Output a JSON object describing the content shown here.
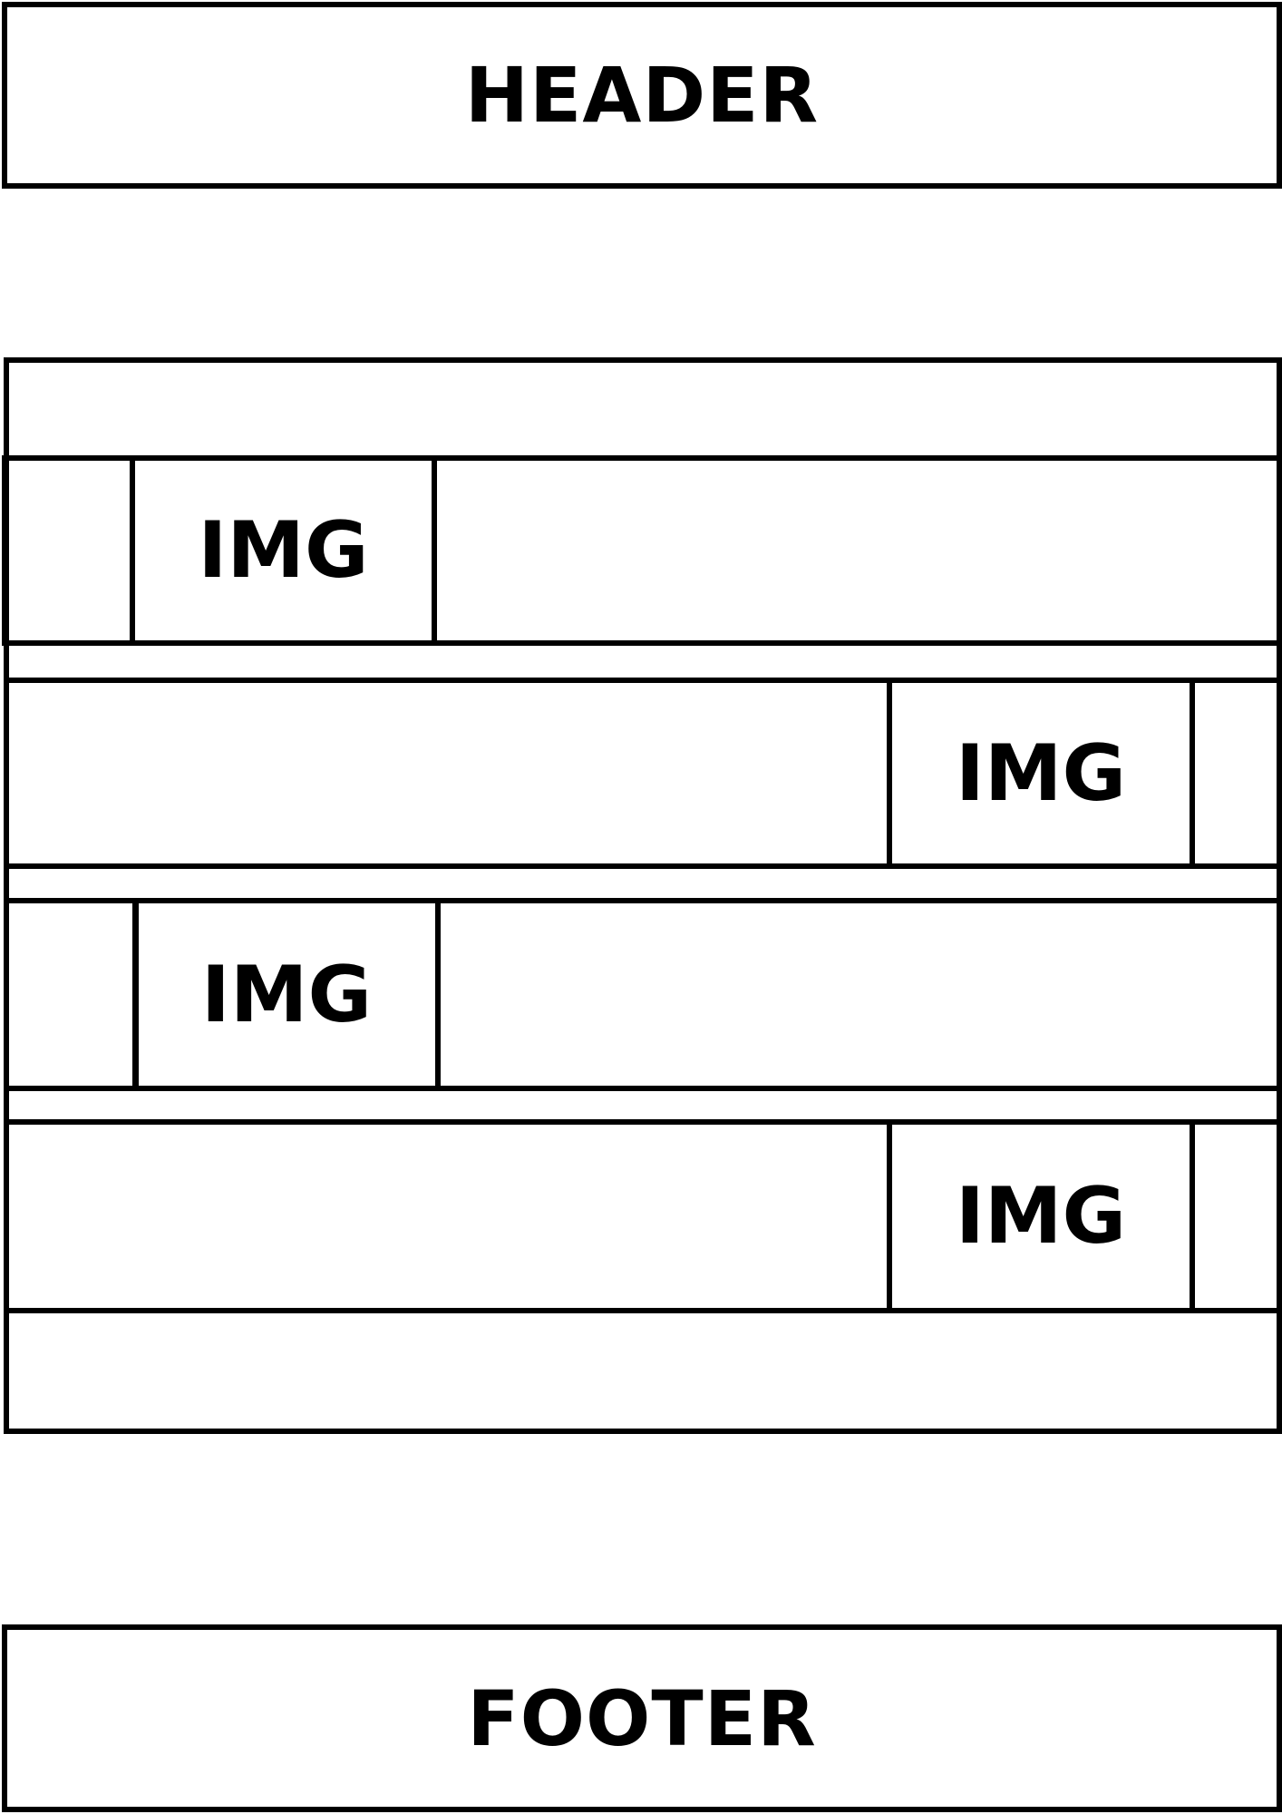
{
  "header": {
    "label": "HEADER"
  },
  "content": {
    "rows": [
      {
        "image_label": "IMG",
        "image_side": "left"
      },
      {
        "image_label": "IMG",
        "image_side": "right"
      },
      {
        "image_label": "IMG",
        "image_side": "left"
      },
      {
        "image_label": "IMG",
        "image_side": "right"
      }
    ]
  },
  "footer": {
    "label": "FOOTER"
  }
}
